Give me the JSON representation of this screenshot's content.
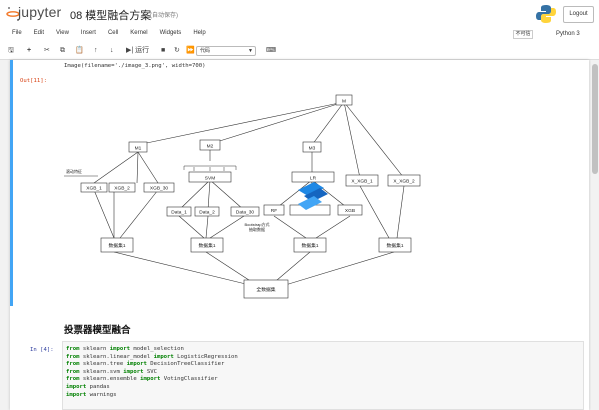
{
  "header": {
    "logo_text": "jupyter",
    "notebook_title": "08 模型融合方案",
    "status": "(自动保存)",
    "logout_label": "Logout"
  },
  "menubar": {
    "items": [
      "File",
      "Edit",
      "View",
      "Insert",
      "Cell",
      "Kernel",
      "Widgets",
      "Help"
    ],
    "trusted_label": "不可信",
    "kernel_label": "Python 3"
  },
  "toolbar": {
    "run_label": "运行",
    "cell_type": "代码",
    "icons": [
      "save-icon",
      "add-icon",
      "cut-icon",
      "copy-icon",
      "paste-icon",
      "move-up-icon",
      "move-down-icon",
      "run-icon",
      "stop-icon",
      "restart-icon",
      "fast-forward-icon",
      "keyboard-icon"
    ]
  },
  "cell1": {
    "code_tail": "Image(filename='./image_3.png', width=700)",
    "out_prompt": "Out[11]:"
  },
  "diagram": {
    "top_node": "M",
    "left": {
      "m": "M1",
      "note": "滚动特征",
      "boxes": [
        "XGB_1",
        "XGB_2",
        "XGB_30"
      ],
      "dataset": "数据集1"
    },
    "mid_left": {
      "m": "M2",
      "svm": "SVM",
      "boxes": [
        "Data_1",
        "Data_2",
        "Data_30"
      ],
      "note_line1": "Bootstrap方式",
      "note_line2": "抽取数据",
      "dataset": "数据集1"
    },
    "mid_right": {
      "m": "M3",
      "lr": "LR",
      "boxes": [
        "RF",
        "",
        "XGB"
      ],
      "dataset": "数据集1"
    },
    "right": {
      "boxes": [
        "X_XGB_1",
        "X_XGB_2"
      ],
      "dataset": "数据集1"
    },
    "bottom": "全数据集"
  },
  "cell2": {
    "heading": "投票器模型融合"
  },
  "cell3": {
    "prompt": "In [4]:",
    "lines": [
      {
        "kw": "from",
        "rest": " sklearn ",
        "kw2": "import",
        "rest2": " model_selection"
      },
      {
        "kw": "from",
        "rest": " sklearn.linear_model ",
        "kw2": "import",
        "rest2": " LogisticRegression"
      },
      {
        "kw": "from",
        "rest": " sklearn.tree ",
        "kw2": "import",
        "rest2": " DecisionTreeClassifier"
      },
      {
        "kw": "from",
        "rest": " sklearn.svm ",
        "kw2": "import",
        "rest2": " SVC"
      },
      {
        "kw": "from",
        "rest": " sklearn.ensemble ",
        "kw2": "import",
        "rest2": " VotingClassifier"
      },
      {
        "kw": "import",
        "rest": " pandas",
        "kw2": "",
        "rest2": ""
      },
      {
        "kw": "import",
        "rest": " warnings",
        "kw2": "",
        "rest2": ""
      }
    ]
  },
  "colors": {
    "accent": "#42a5f5",
    "out_prompt": "#d84315",
    "in_prompt": "#303f9f",
    "jupyter_orange": "#f37726",
    "keyword": "#008000"
  }
}
